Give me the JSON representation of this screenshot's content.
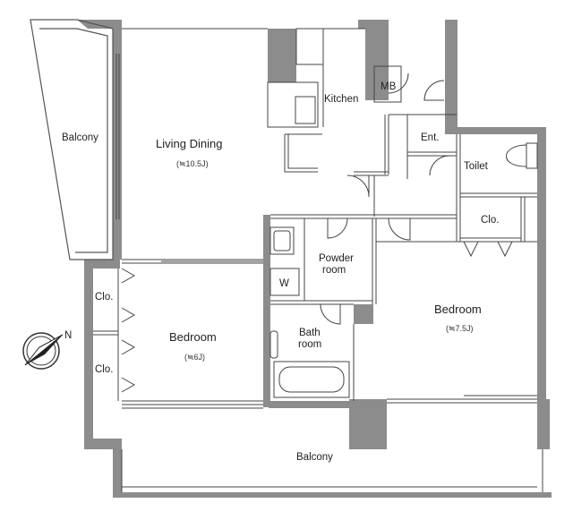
{
  "rooms": {
    "balcony_west": "Balcony",
    "living_dining": "Living Dining",
    "living_dining_area": "(≒10.5J)",
    "kitchen": "Kitchen",
    "mb": "MB",
    "entrance": "Ent.",
    "toilet": "Toilet",
    "closet_ne": "Clo.",
    "powder_room_1": "Powder",
    "powder_room_2": "room",
    "washer": "W",
    "bath_room_1": "Bath",
    "bath_room_2": "room",
    "bedroom_west": "Bedroom",
    "bedroom_west_area": "(≒6J)",
    "closet_w1": "Clo.",
    "closet_w2": "Clo.",
    "bedroom_east": "Bedroom",
    "bedroom_east_area": "(≒7.5J)",
    "balcony_south": "Balcony"
  },
  "compass": {
    "label": "N"
  },
  "colors": {
    "wall": "#8c8c8c",
    "line": "#444444",
    "background": "#ffffff"
  }
}
